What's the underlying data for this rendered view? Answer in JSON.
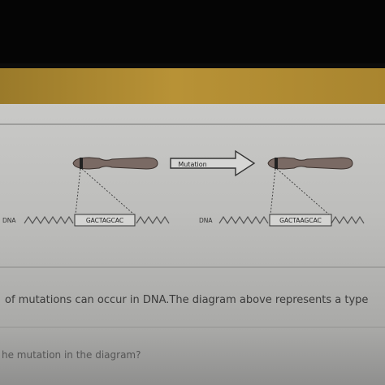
{
  "diagram": {
    "mutation_label": "Mutation",
    "dna_label_left": "DNA",
    "dna_label_right": "DNA",
    "sequence_before": "GACTAGCAC",
    "sequence_after": "GACTAAGCAC"
  },
  "question": {
    "line1": "of mutations can occur in DNA.The diagram above represents a type",
    "line2": "he mutation in the diagram?"
  }
}
